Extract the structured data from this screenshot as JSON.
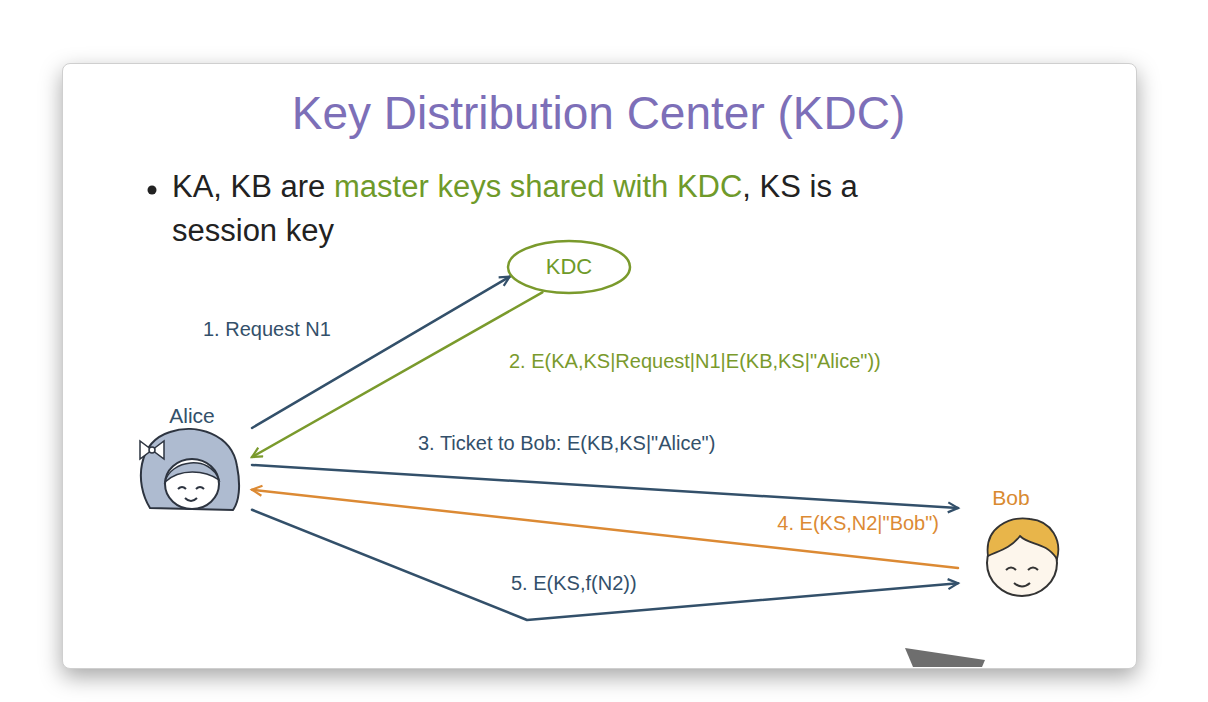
{
  "diagram": {
    "title": "Key Distribution Center (KDC)",
    "nodes": [
      {
        "text": [
          "KDC"
        ]
      },
      {
        "text": [
          "Alice"
        ]
      },
      {
        "text": [
          "Bob"
        ]
      }
    ],
    "edges": [
      {
        "from": 1,
        "to": 0,
        "arrow": "to",
        "label": "1. Request N1"
      },
      {
        "from": 0,
        "to": 1,
        "arrow": "to",
        "label": "2. E(KA,KS|Request|N1|E(KB,KS|\"Alice\"))"
      },
      {
        "from": 1,
        "to": 2,
        "arrow": "to",
        "label": "3. Ticket to Bob: E(KB,KS|\"Alice\")"
      },
      {
        "from": 2,
        "to": 1,
        "arrow": "to",
        "label": "4. E(KS,N2|\"Bob\")"
      },
      {
        "from": 1,
        "to": 2,
        "arrow": "to",
        "label": "5. E(KS,f(N2))"
      }
    ],
    "labels": [
      "KA, KB are",
      "master keys shared with KDC",
      ", KS is a session key"
    ]
  }
}
